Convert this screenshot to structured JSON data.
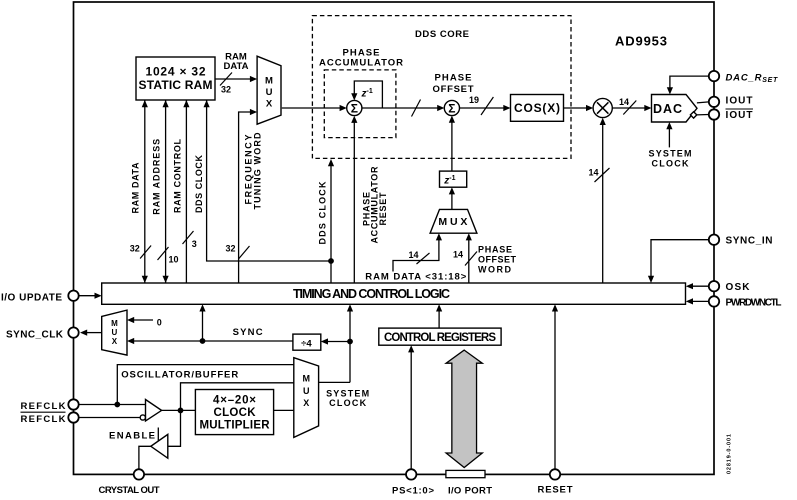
{
  "chip": {
    "name": "AD9953",
    "fig_code": "02819-0-001"
  },
  "colors": {
    "ink": "#000000",
    "background": "#ffffff",
    "bus_arrow_fill": "#c3c3c3"
  },
  "blocks": {
    "static_ram_line1": "1024 × 32",
    "static_ram_line2": "STATIC RAM",
    "mux": "MUX",
    "dds_core": "DDS CORE",
    "phase_accumulator_line1": "PHASE",
    "phase_accumulator_line2": "ACCUMULATOR",
    "phase_offset_line1": "PHASE",
    "phase_offset_line2": "OFFSET",
    "z_base": "z",
    "z_exp": "-1",
    "sigma": "Σ",
    "cos": "COS(X)",
    "dac": "DAC",
    "timing_control": "TIMING AND CONTROL LOGIC",
    "control_registers": "CONTROL REGISTERS",
    "divide_by_4": "÷4",
    "oscillator_buffer": "OSCILLATOR/BUFFER",
    "clock_multiplier_line1": "4×–20×",
    "clock_multiplier_line2": "CLOCK",
    "clock_multiplier_line3": "MULTIPLIER"
  },
  "signals": {
    "ram_data_bus": "RAM DATA",
    "ram_address_bus": "RAM ADDRESS",
    "ram_control_bus": "RAM CONTROL",
    "dds_clock_bus": "DDS CLOCK",
    "frequency_tuning_line1": "FREQUENCY",
    "frequency_tuning_line2": "TUNING WORD",
    "dds_clock_core": "DDS CLOCK",
    "phase_acc_reset_line1": "PHASE",
    "phase_acc_reset_line2": "ACCUMULATOR",
    "phase_acc_reset_line3": "RESET",
    "ram_data_out_line1": "RAM",
    "ram_data_out_line2": "DATA",
    "ram_data_3118": "RAM DATA <31:18>",
    "phase_offset_word_line1": "PHASE",
    "phase_offset_word_line2": "OFFSET",
    "phase_offset_word_line3": "WORD",
    "system_clock_line1": "SYSTEM",
    "system_clock_line2": "CLOCK",
    "sync": "SYNC",
    "zero": "0",
    "enable": "ENABLE"
  },
  "bus_widths": {
    "w32": "32",
    "w10": "10",
    "w3": "3",
    "w14": "14",
    "w19": "19"
  },
  "pins": {
    "io_update": "I/O UPDATE",
    "sync_clk": "SYNC_CLK",
    "refclk": "REFCLK",
    "refclk_bar": "REFCLK",
    "crystal_out": "CRYSTAL OUT",
    "ps": "PS<1:0>",
    "io_port": "I/O PORT",
    "reset": "RESET",
    "dac_rset_main": "DAC_R",
    "dac_rset_sub": "SET",
    "iout": "IOUT",
    "iout_bar": "IOUT",
    "sync_in": "SYNC_IN",
    "osk": "OSK",
    "pwrdwnctl": "PWRDWNCTL"
  }
}
